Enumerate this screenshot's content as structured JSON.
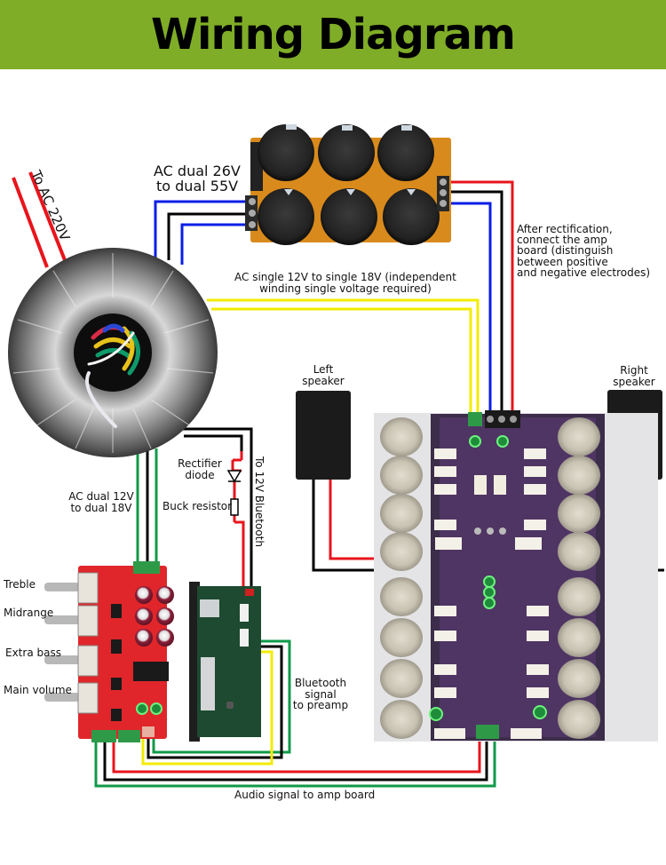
{
  "header": {
    "title": "Wiring Diagram",
    "background": "#80ad27"
  },
  "labels": {
    "mains": "To AC 220V",
    "ac_dual_26": [
      "AC dual 26V",
      "to dual 55V"
    ],
    "ac_single_12": [
      "AC single 12V to single 18V (independent",
      "winding single voltage required)"
    ],
    "after_rect": [
      "After rectification,",
      "connect the amp",
      "board (distinguish",
      "between positive",
      "and negative electrodes)"
    ],
    "left_speaker": [
      "Left",
      "speaker"
    ],
    "right_speaker": [
      "Right",
      "speaker"
    ],
    "rectifier_diode": [
      "Rectifier",
      "diode"
    ],
    "buck_resistor": "Buck resistor",
    "to_12v_bt": "To 12V Bluetooth",
    "ac_dual_12": [
      "AC dual 12V",
      "to dual 18V"
    ],
    "treble": "Treble",
    "midrange": "Midrange",
    "extra_bass": "Extra bass",
    "main_volume": "Main volume",
    "bt_signal": [
      "Bluetooth",
      "signal",
      "to preamp"
    ],
    "audio_signal": "Audio signal to amp board"
  },
  "components": [
    "toroidal-transformer",
    "rectifier-filter-board",
    "amplifier-board",
    "left-speaker",
    "right-speaker",
    "preamp-tone-board",
    "bluetooth-decoder-module"
  ],
  "wire_colors": {
    "red": "#e8141c",
    "black": "#000000",
    "blue": "#0a1ee6",
    "yellow": "#f2ec00",
    "green": "#0f9a48"
  }
}
